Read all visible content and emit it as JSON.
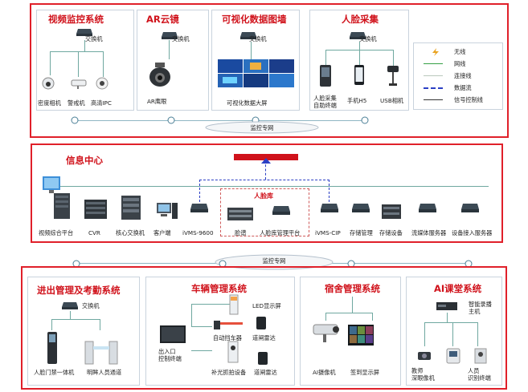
{
  "top": {
    "video": {
      "title": "视频监控系统",
      "switch": "交换机",
      "devices": [
        "密度相机",
        "警戒机",
        "高清IPC"
      ]
    },
    "ar": {
      "title": "AR云镜",
      "switch": "交换机",
      "device": "AR鹰眼"
    },
    "viz": {
      "title": "可视化数据图墙",
      "switch": "交换机",
      "device": "可视化数据大屏"
    },
    "face": {
      "title": "人脸采集",
      "switch": "交换机",
      "devices": [
        "人脸采集\n自助终端",
        "手机H5",
        "USB相机"
      ]
    },
    "legend": [
      {
        "label": "无线",
        "icon": "lightning-icon"
      },
      {
        "label": "网线",
        "icon": "green-line"
      },
      {
        "label": "连接线",
        "icon": "thin-line"
      },
      {
        "label": "数据流",
        "icon": "blue-dashed-line"
      },
      {
        "label": "信号控制线",
        "icon": "dark-line"
      }
    ],
    "network": "监控专网"
  },
  "middle": {
    "title": "信息中心",
    "banner": "",
    "face_lib": "人脸库",
    "devices": [
      "视频综合平台",
      "CVR",
      "核心交换机",
      "客户端",
      "iVMS-9600",
      "脸谱",
      "人脸库管理平台",
      "iVMS-CIP",
      "存储管理",
      "存储设备",
      "流媒体服务器",
      "设备接入服务器"
    ]
  },
  "bottom": {
    "network": "监控专网",
    "access": {
      "title": "进出管理及考勤系统",
      "switch": "交换机",
      "devices": [
        "人脸门禁一体机",
        "明眸人员通道"
      ]
    },
    "vehicle": {
      "title": "车辆管理系统",
      "devices": [
        "LED显示屏",
        "自动挡车器",
        "道闸雷达",
        "出入口\n控制终端",
        "补光抓拍设备",
        "道闸雷达"
      ]
    },
    "dorm": {
      "title": "宿舍管理系统",
      "devices": [
        "AI摄像机",
        "签到显示屏"
      ]
    },
    "classroom": {
      "title": "AI课堂系统",
      "switch": "智能录播\n主机",
      "devices": [
        "教师\n深眼像机",
        "",
        "人员\n识别终端"
      ]
    }
  },
  "colors": {
    "accent": "#d0121b",
    "line": "#6fa8a0",
    "dataflow": "#2b3fc4"
  }
}
